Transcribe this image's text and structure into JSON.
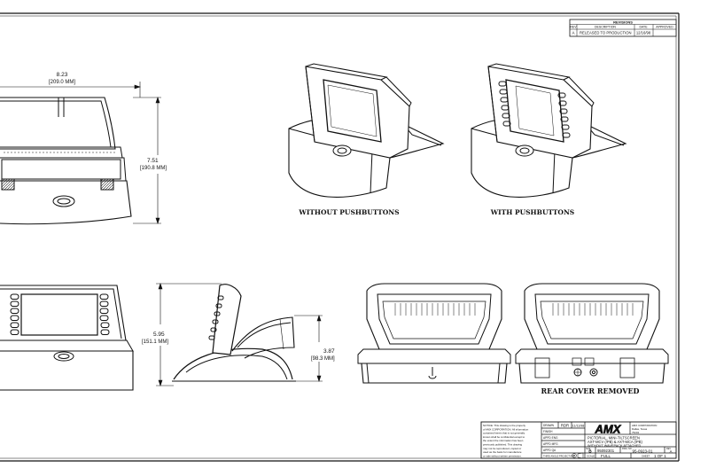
{
  "revisions": {
    "title": "REVISIONS",
    "headers": [
      "REV",
      "DESCRIPTION",
      "DATE",
      "APPROVED"
    ],
    "rows": [
      [
        "A",
        "RELEASED TO PRODUCTION",
        "12/16/98",
        ""
      ]
    ]
  },
  "dimensions": {
    "width": "8.23",
    "width_mm": "[209.0 MM]",
    "height": "7.51",
    "height_mm": "[190.8 MM]",
    "side_height": "5.95",
    "side_height_mm": "[151.1 MM]",
    "side_depth": "3.87",
    "side_depth_mm": "[98.3 MM]"
  },
  "labels": {
    "without_pushbuttons": "WITHOUT PUSHBUTTONS",
    "with_pushbuttons": "WITH PUSHBUTTONS",
    "rear_cover_removed": "REAR COVER REMOVED"
  },
  "title_block": {
    "notice_lines": [
      "NOTICE: This drawing is the property",
      "of AMX CORPORATION. All information",
      "contained herein that is not generally",
      "known shall be confidential except to",
      "the extent the information has been",
      "previously published. This drawing",
      "may not be reproduced, copied or",
      "used as the basis for manufacture",
      "or sale without written permission."
    ],
    "drawn_label": "DRAWN",
    "drawn_by": "RDR",
    "drawn_date": "11/11/98",
    "finish_label": "FINISH",
    "appd_eng_label": "APPD ENG",
    "appd_mfg_label": "APPD MFG",
    "appd_qa_label": "APPD QA",
    "third_angle_label": "THIRD ANGLE PROJECTION",
    "logo": "AMX",
    "company_lines": [
      "AMX CORPORATION",
      "Dallas, Texas",
      "75243"
    ],
    "title_lines": [
      "PICTORIAL, MINI-TILTSCREEN",
      "AXT-MCV (/PB) & AXT-MCA (/PB)",
      "WITHOUT WAVEPACK ATTACHED"
    ],
    "size_label": "SIZE",
    "size": "B",
    "cage_code": "95092301",
    "dwg_no_label": "DWG. NO.",
    "dwg_no": "95-0923-01",
    "rev_label": "REV",
    "rev": "A",
    "scale_label": "SCALE",
    "scale": "FULL",
    "sheet_label": "SHEET",
    "sheet": "1 OF 1"
  }
}
